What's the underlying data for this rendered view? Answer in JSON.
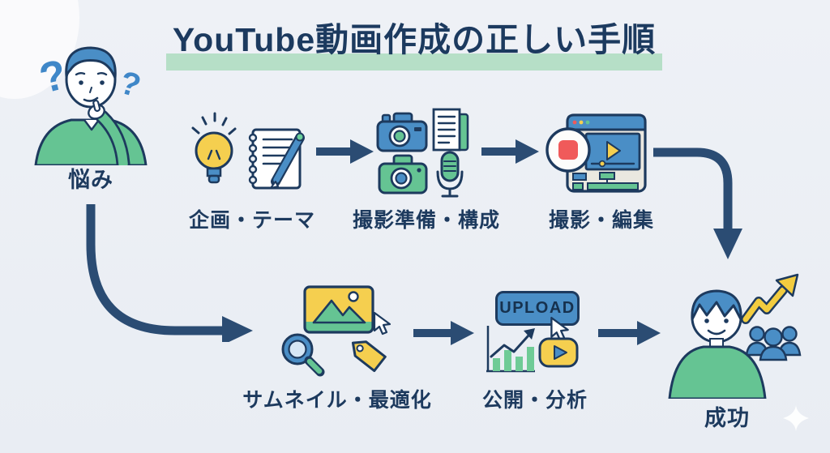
{
  "title": "YouTube動画作成の正しい手順",
  "flow": {
    "worry": {
      "label": "悩み"
    },
    "steps": [
      {
        "id": "plan",
        "label": "企画・テーマ"
      },
      {
        "id": "prep",
        "label": "撮影準備・構成"
      },
      {
        "id": "shoot",
        "label": "撮影・編集"
      },
      {
        "id": "thumbnail",
        "label": "サムネイル・最適化"
      },
      {
        "id": "publish",
        "label": "公開・分析",
        "button": "UPLOAD"
      },
      {
        "id": "success",
        "label": "成功"
      }
    ]
  },
  "icons": [
    "question-mark-icon",
    "lightbulb-icon",
    "notebook-pen-icon",
    "camera-blue-icon",
    "script-document-icon",
    "camera-green-icon",
    "microphone-icon",
    "video-editor-icon",
    "record-button-icon",
    "thumbnail-image-icon",
    "cursor-icon",
    "search-icon",
    "tag-icon",
    "analytics-chart-icon",
    "video-play-icon",
    "growth-arrow-icon",
    "audience-icon",
    "sparkle-icon"
  ],
  "colors": {
    "navy": "#1d3a5e",
    "arrow": "#2b4c73",
    "blue": "#4a8ec6",
    "green": "#65c493",
    "yellow": "#f5cf4f",
    "red": "#f05a5a",
    "mint_highlight": "#b6dfc7",
    "background": "#edf0f5"
  }
}
